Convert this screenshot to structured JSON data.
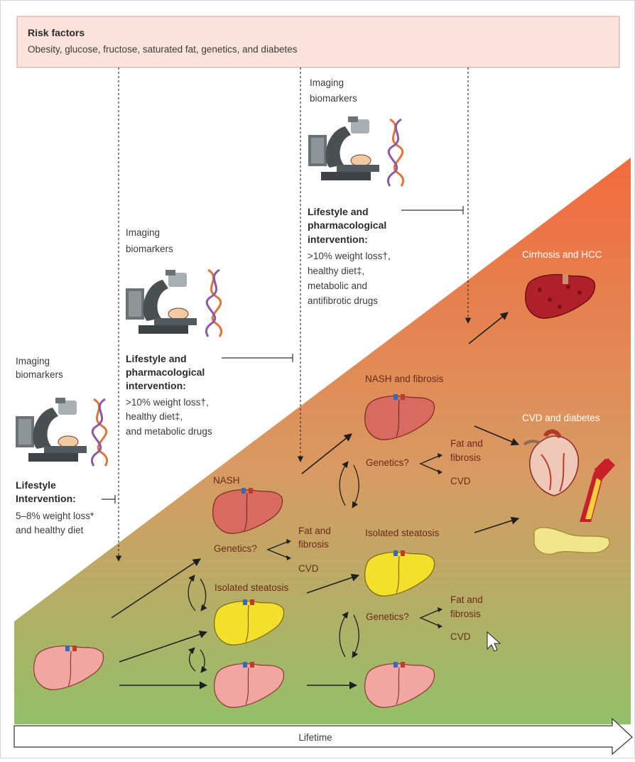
{
  "risk_factors": {
    "title": "Risk factors",
    "text": "Obesity, glucose, fructose, saturated fat, genetics, and diabetes"
  },
  "stage1": {
    "imaging": [
      "Imaging",
      "biomarkers"
    ],
    "intervention_title": [
      "Lifestyle",
      "Intervention:"
    ],
    "intervention_text": [
      "5–8% weight loss*",
      "and healthy diet"
    ]
  },
  "stage2": {
    "imaging": [
      "Imaging",
      "biomarkers"
    ],
    "intervention_title": [
      "Lifestyle and",
      "pharmacological",
      "intervention:"
    ],
    "intervention_text": [
      ">10% weight loss†,",
      "healthy diet‡,",
      "and metabolic drugs"
    ]
  },
  "stage3": {
    "imaging": [
      "Imaging",
      "biomarkers"
    ],
    "intervention_title": [
      "Lifestyle and",
      "pharmacological",
      "intervention:"
    ],
    "intervention_text": [
      ">10% weight loss†,",
      "healthy diet‡,",
      "metabolic and",
      "antifibrotic drugs"
    ]
  },
  "nodes": {
    "nash": "NASH",
    "isolated_steatosis_1": "Isolated steatosis",
    "nash_fibrosis": "NASH and fibrosis",
    "isolated_steatosis_2": "Isolated steatosis",
    "cirrhosis": "Cirrhosis and HCC",
    "cvd_diabetes": "CVD and diabetes"
  },
  "branches": {
    "genetics": "Genetics?",
    "fat_fibrosis": [
      "Fat and",
      "fibrosis"
    ],
    "cvd": "CVD"
  },
  "footer": {
    "lifetime": "Lifetime"
  },
  "colors": {
    "risk_box_fill": "#fbe3dc",
    "gradient_top": "#f26a3d",
    "gradient_mid": "#d9a060",
    "gradient_bottom": "#93c06a",
    "liver_pink": "#f2a6a2",
    "liver_yellow": "#f4e02c",
    "liver_nash": "#d96a60",
    "liver_cirrhosis": "#b0202a"
  }
}
